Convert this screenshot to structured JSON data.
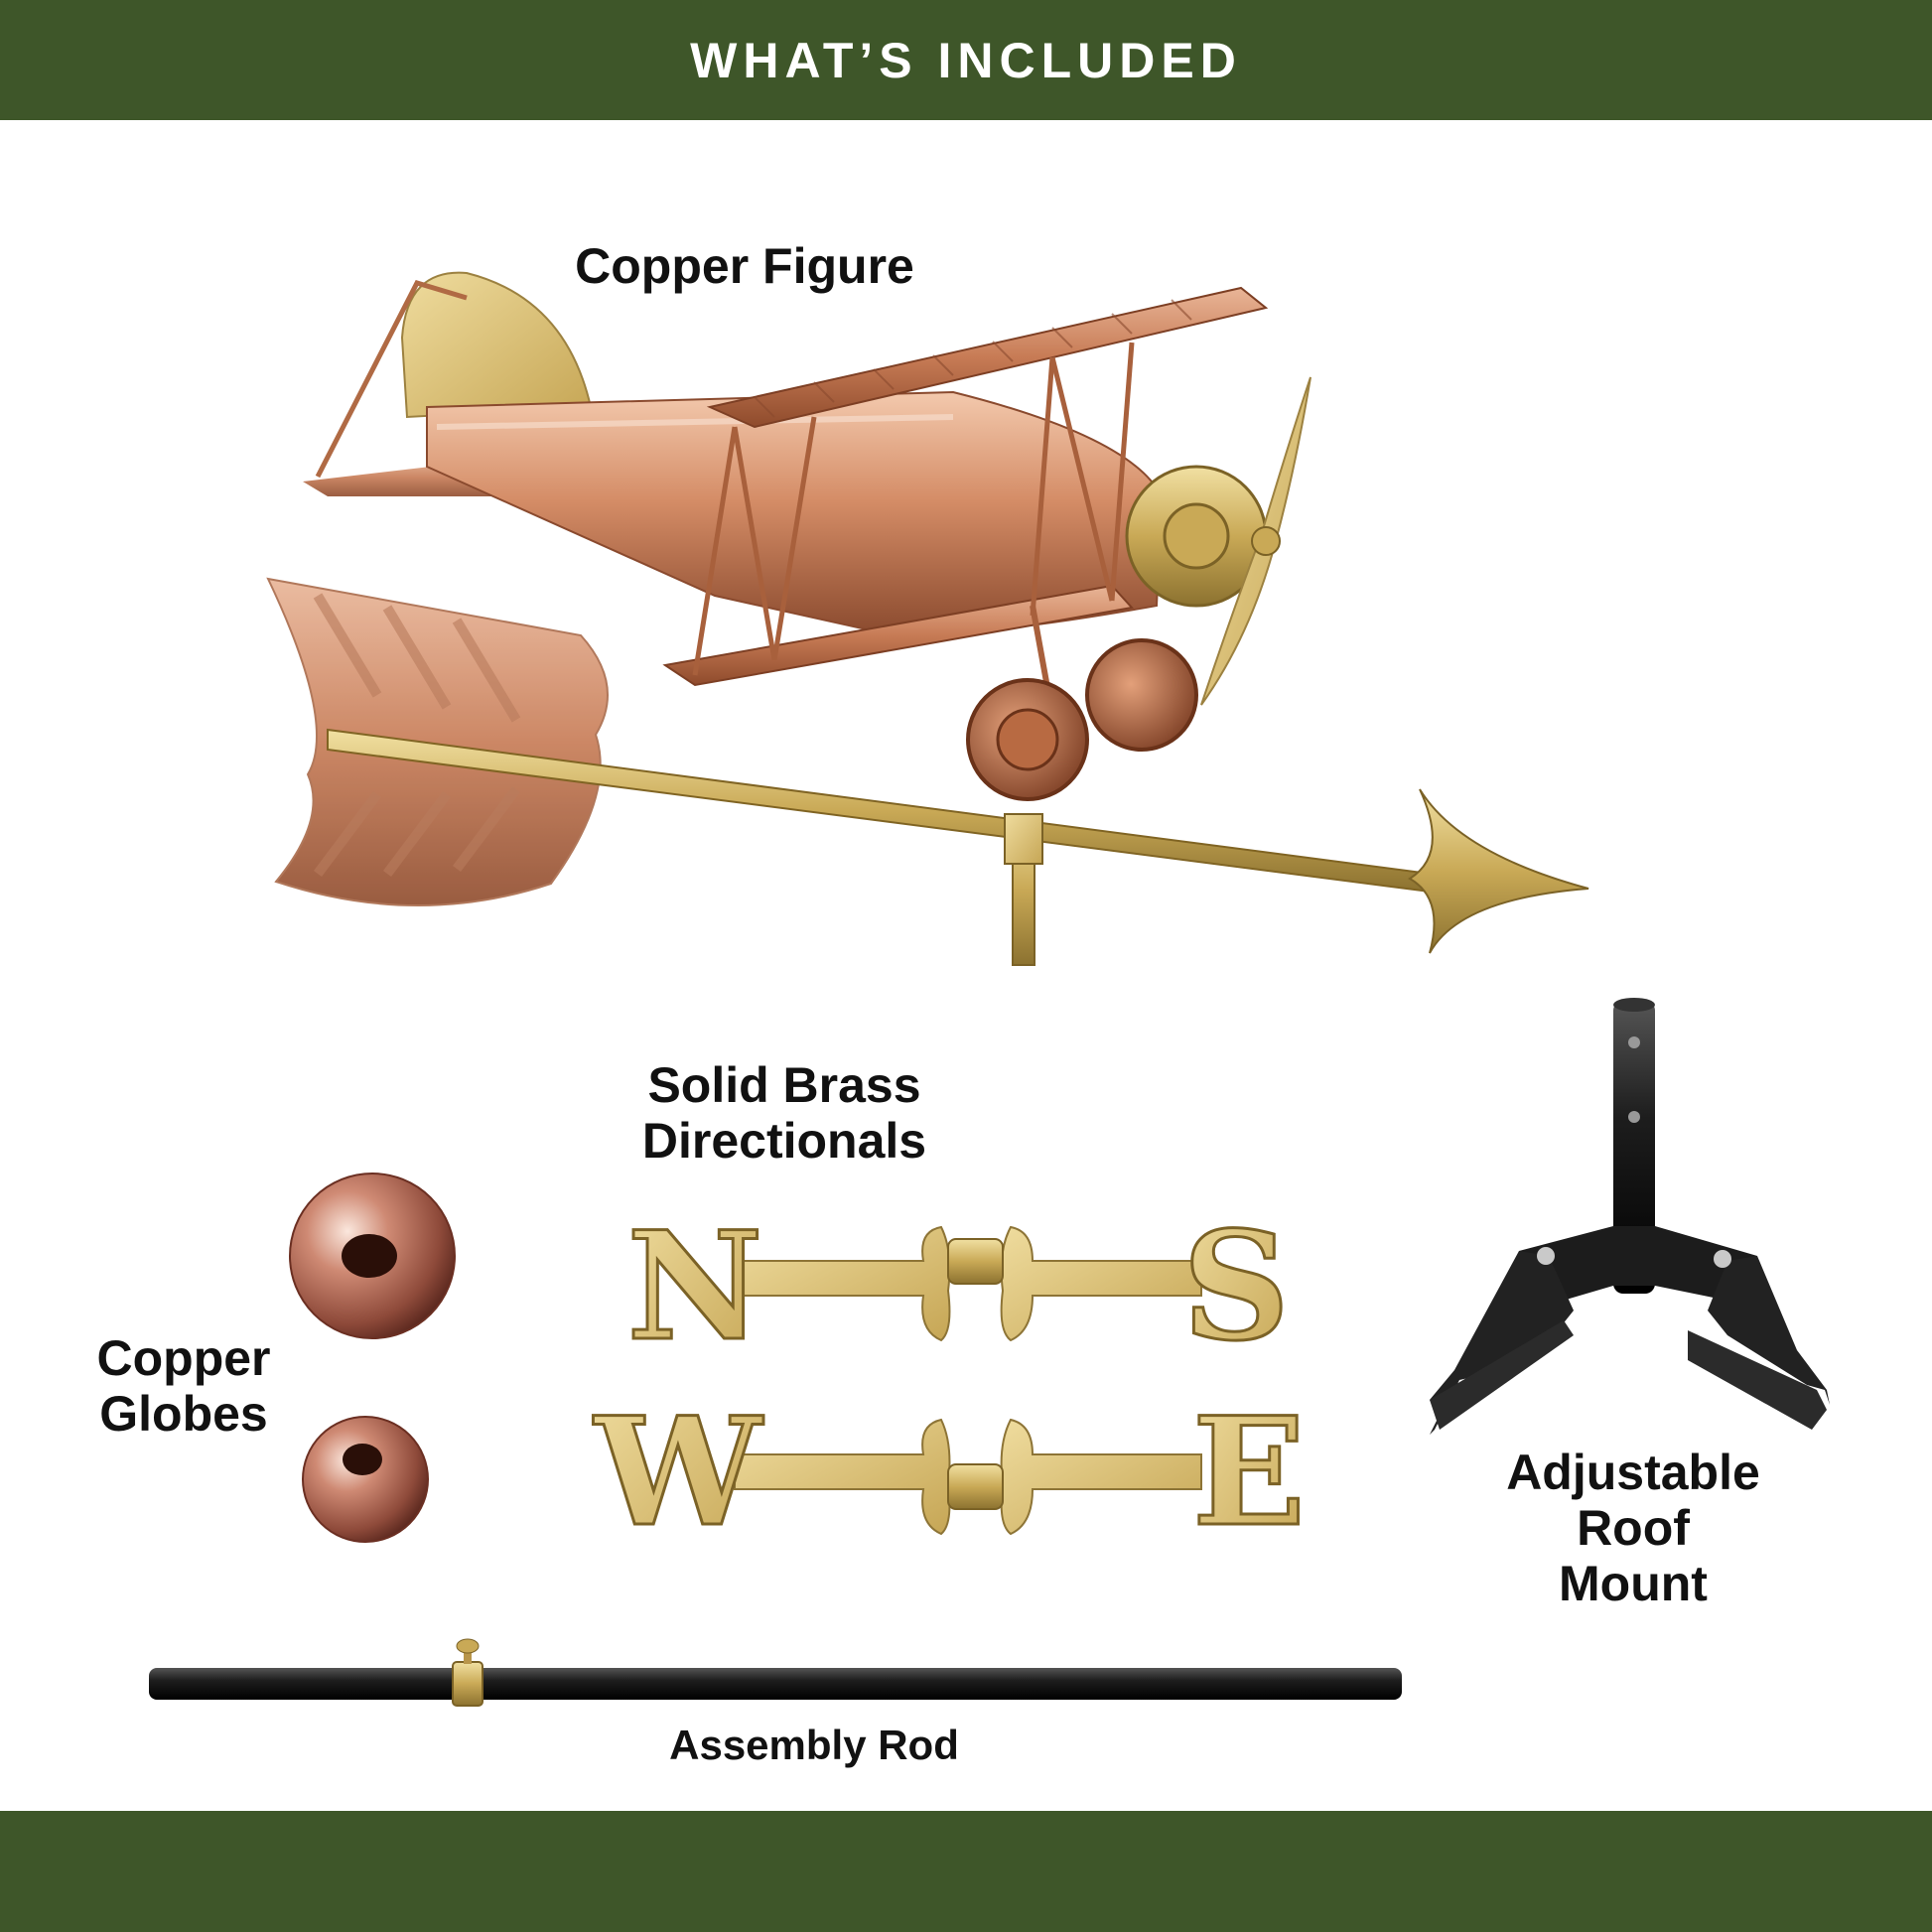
{
  "header": {
    "title": "WHAT’S INCLUDED"
  },
  "items": {
    "copper_figure": {
      "label": "Copper Figure"
    },
    "directionals": {
      "label_line1": "Solid Brass",
      "label_line2": "Directionals",
      "letters": [
        "N",
        "S",
        "W",
        "E"
      ]
    },
    "globes": {
      "label_line1": "Copper",
      "label_line2": "Globes"
    },
    "roof_mount": {
      "label_line1": "Adjustable",
      "label_line2": "Roof",
      "label_line3": "Mount"
    },
    "rod": {
      "label": "Assembly Rod"
    }
  },
  "colors": {
    "banner": "#3e5629",
    "copper": "#c9825c",
    "brass": "#d8bf70",
    "black_metal": "#1c1c1c"
  }
}
